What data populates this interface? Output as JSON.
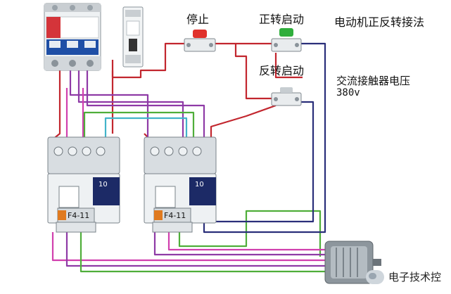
{
  "labels": {
    "stop": "停止",
    "forward_start": "正转启动",
    "reverse_start": "反转启动",
    "title": "电动机正反转接法",
    "contactor_voltage": "交流接触器电压",
    "voltage_value": "380v",
    "contactor_left_number": "10",
    "contactor_right_number": "10",
    "relay_left_model": "F4-11",
    "relay_right_model": "F4-11",
    "watermark": "电子技术控"
  },
  "colors": {
    "wire_red": "#c2262e",
    "wire_purple": "#8e3aa6",
    "wire_magenta": "#d13fae",
    "wire_green": "#4fae3a",
    "wire_cyan": "#42b4c9",
    "wire_navy": "#2a2f7a",
    "button_stop": "#e0312b",
    "button_forward": "#2fae3c"
  },
  "icons": [
    "circuit-breaker-icon",
    "single-pole-breaker-icon",
    "push-button-icon",
    "contactor-icon",
    "thermal-relay-icon",
    "motor-icon",
    "wechat-icon"
  ]
}
